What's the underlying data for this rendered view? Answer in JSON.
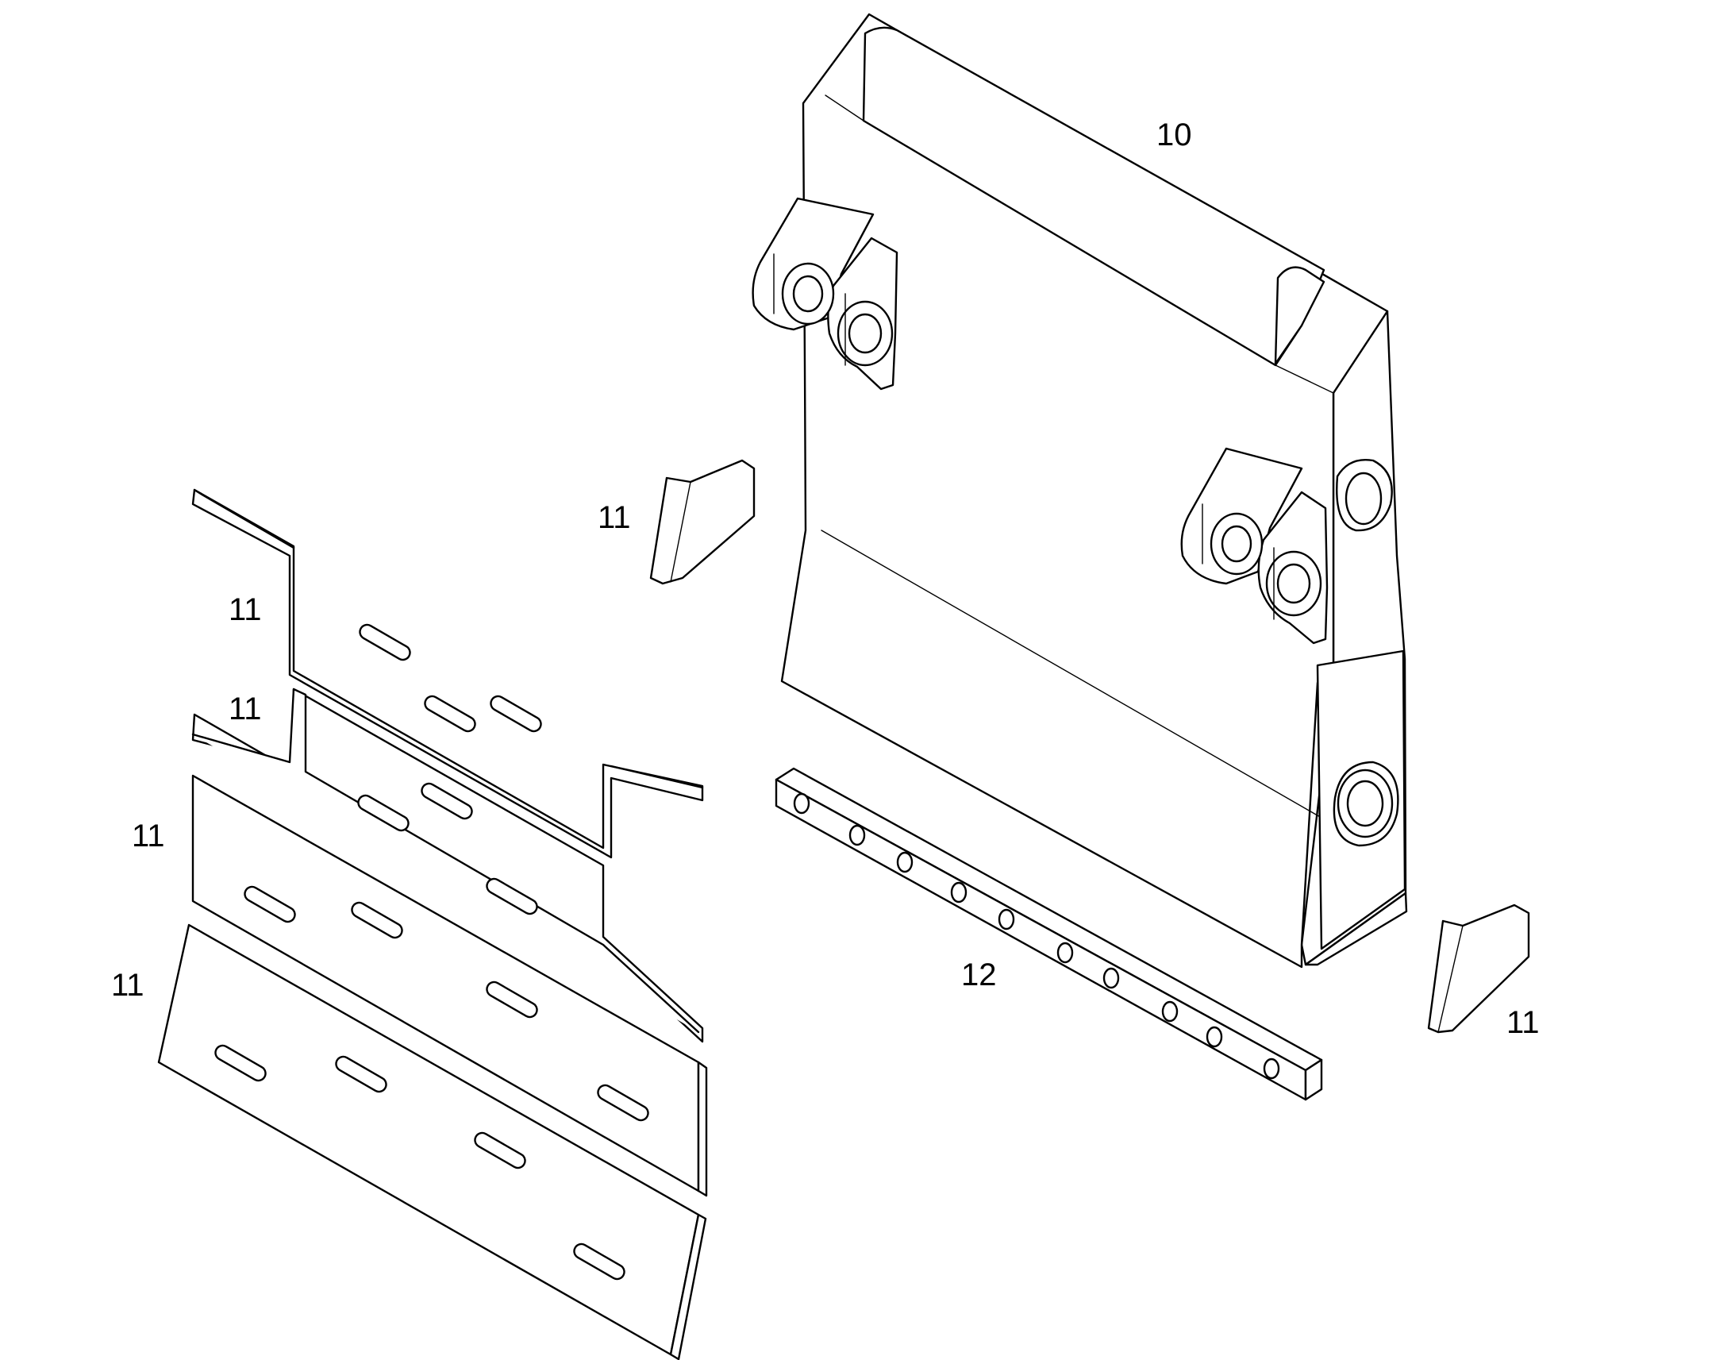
{
  "diagram": {
    "colors": {
      "line": "#000000",
      "background": "#ffffff"
    },
    "callouts": {
      "frame": "10",
      "plate_top_small": "11",
      "plate_upper": "11",
      "plate_second": "11",
      "plate_third": "11",
      "plate_bottom": "11",
      "plate_right_small": "11",
      "bar": "12"
    }
  }
}
